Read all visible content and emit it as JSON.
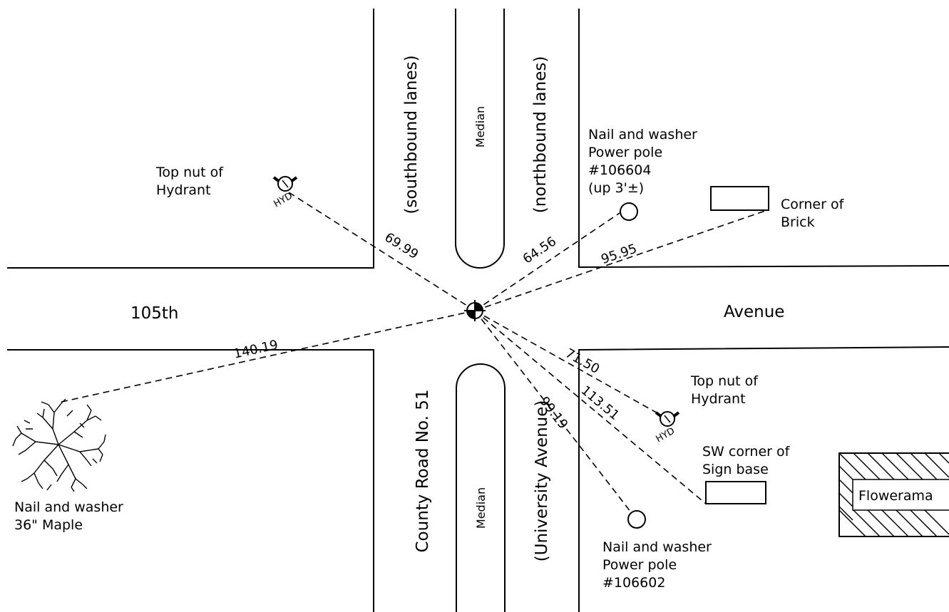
{
  "streets": {
    "west_name": "105th",
    "east_name": "Avenue",
    "north_left_lanes": "(southbound lanes)",
    "north_right_lanes": "(northbound lanes)",
    "south_left_name": "County Road No. 51",
    "south_right_name": "(University Avenue)",
    "median_label": "Median"
  },
  "ties": [
    {
      "id": "hydrant-nw",
      "distance": "69.99",
      "label": [
        "Top nut of",
        "Hydrant"
      ]
    },
    {
      "id": "pole-ne",
      "distance": "64.56",
      "label": [
        "Nail and washer",
        "Power pole",
        "#106604",
        "(up 3'±)"
      ]
    },
    {
      "id": "brick-ne",
      "distance": "95.95",
      "label": [
        "Corner of",
        "Brick"
      ]
    },
    {
      "id": "maple-sw",
      "distance": "140.19",
      "label": [
        "Nail and washer",
        "36\" Maple"
      ]
    },
    {
      "id": "hydrant-se",
      "distance": "71.50",
      "label": [
        "Top nut of",
        "Hydrant"
      ]
    },
    {
      "id": "sign-se",
      "distance": "113.51",
      "label": [
        "SW corner of",
        "Sign base"
      ]
    },
    {
      "id": "pole-se",
      "distance": "99.19",
      "label": [
        "Nail and washer",
        "Power pole",
        "#106602"
      ]
    }
  ],
  "hydrant_text": "HYD",
  "building_label": "Flowerama",
  "icons": {
    "center": "benchmark-icon",
    "hydrant": "hydrant-icon",
    "pole": "power-pole-icon",
    "tree": "maple-tree-icon"
  }
}
